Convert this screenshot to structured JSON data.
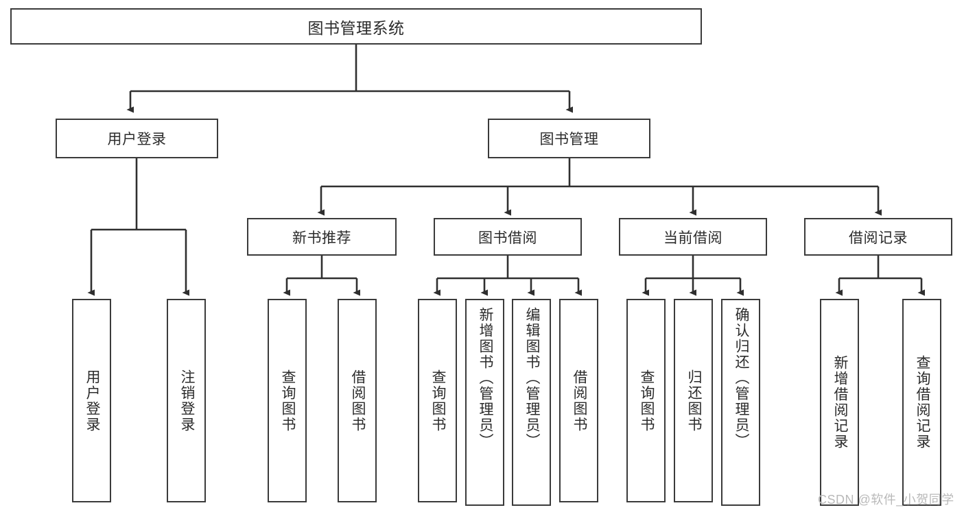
{
  "diagram": {
    "title": "图书管理系统",
    "type": "tree-hierarchy-chart",
    "colors": {
      "box_border": "#3a3a3a",
      "box_fill": "#ffffff",
      "edge": "#2f2f2f",
      "text": "#2b2b2b",
      "watermark": "#b9b9b9",
      "background": "#ffffff"
    },
    "root": {
      "label": "图书管理系统"
    },
    "level1": [
      {
        "label": "用户登录"
      },
      {
        "label": "图书管理"
      }
    ],
    "level2": [
      {
        "label": "新书推荐"
      },
      {
        "label": "图书借阅"
      },
      {
        "label": "当前借阅"
      },
      {
        "label": "借阅记录"
      }
    ],
    "leaves": {
      "user_login": [
        {
          "label": "用户登录"
        },
        {
          "label": "注销登录"
        }
      ],
      "new_book_recommend": [
        {
          "label": "查询图书"
        },
        {
          "label": "借阅图书"
        }
      ],
      "book_borrow": [
        {
          "label": "查询图书"
        },
        {
          "label": "新增图书（管理员）"
        },
        {
          "label": "编辑图书（管理员）"
        },
        {
          "label": "借阅图书"
        }
      ],
      "current_borrow": [
        {
          "label": "查询图书"
        },
        {
          "label": "归还图书"
        },
        {
          "label": "确认归还（管理员）"
        }
      ],
      "borrow_record": [
        {
          "label": "新增借阅记录"
        },
        {
          "label": "查询借阅记录"
        }
      ]
    }
  },
  "watermark": {
    "text": "CSDN @软件_小贺同学"
  }
}
